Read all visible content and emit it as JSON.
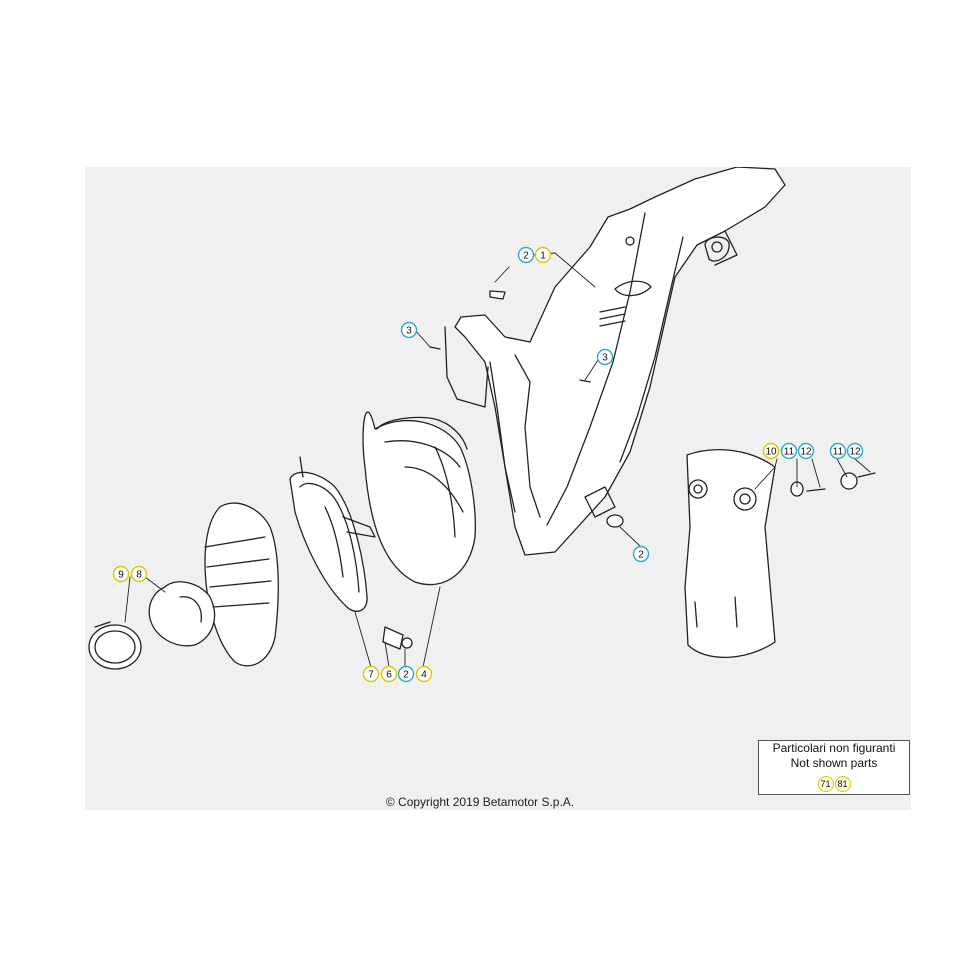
{
  "callouts": [
    {
      "id": "c-2a",
      "label": "2",
      "color": "#2aa9c9"
    },
    {
      "id": "c-1a",
      "label": "1",
      "color": "#d8c800"
    },
    {
      "id": "c-3a",
      "label": "3",
      "color": "#2aa9c9"
    },
    {
      "id": "c-3b",
      "label": "3",
      "color": "#2aa9c9"
    },
    {
      "id": "c-10",
      "label": "10",
      "color": "#d8c800"
    },
    {
      "id": "c-11a",
      "label": "11",
      "color": "#2aa9c9"
    },
    {
      "id": "c-12a",
      "label": "12",
      "color": "#2aa9c9"
    },
    {
      "id": "c-11b",
      "label": "11",
      "color": "#2aa9c9"
    },
    {
      "id": "c-12b",
      "label": "12",
      "color": "#2aa9c9"
    },
    {
      "id": "c-2b",
      "label": "2",
      "color": "#2aa9c9"
    },
    {
      "id": "c-9",
      "label": "9",
      "color": "#d8c800"
    },
    {
      "id": "c-8",
      "label": "8",
      "color": "#d8c800"
    },
    {
      "id": "c-7",
      "label": "7",
      "color": "#d8c800"
    },
    {
      "id": "c-6",
      "label": "6",
      "color": "#d8c800"
    },
    {
      "id": "c-2c",
      "label": "2",
      "color": "#2aa9c9"
    },
    {
      "id": "c-4",
      "label": "4",
      "color": "#d8c800"
    }
  ],
  "legend": {
    "line1": "Particolari non figuranti",
    "line2": "Not shown parts",
    "parts": [
      "71",
      "81"
    ]
  },
  "copyright": "© Copyright 2019 Betamotor S.p.A."
}
